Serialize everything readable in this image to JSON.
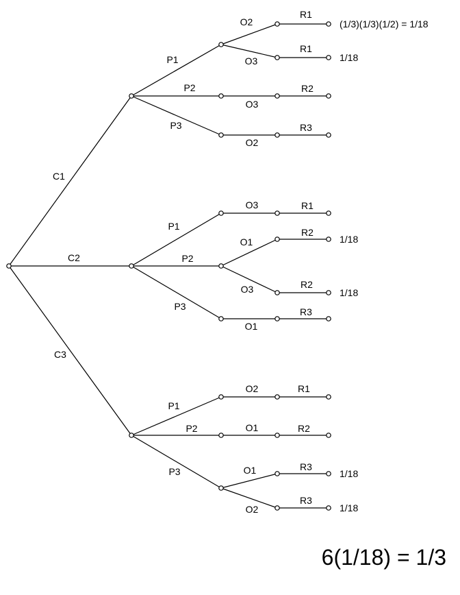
{
  "tree": {
    "root": {
      "children": [
        {
          "label": "C1",
          "children": [
            {
              "label": "P1",
              "children": [
                {
                  "label": "O2",
                  "children": [
                    {
                      "label": "R1",
                      "prob": "(1/3)(1/3)(1/2) = 1/18"
                    }
                  ]
                },
                {
                  "label": "O3",
                  "children": [
                    {
                      "label": "R1",
                      "prob": "1/18"
                    }
                  ]
                }
              ]
            },
            {
              "label": "P2",
              "children": [
                {
                  "label": "O3",
                  "children": [
                    {
                      "label": "R2",
                      "prob": ""
                    }
                  ]
                }
              ]
            },
            {
              "label": "P3",
              "children": [
                {
                  "label": "O2",
                  "children": [
                    {
                      "label": "R3",
                      "prob": ""
                    }
                  ]
                }
              ]
            }
          ]
        },
        {
          "label": "C2",
          "children": [
            {
              "label": "P1",
              "children": [
                {
                  "label": "O3",
                  "children": [
                    {
                      "label": "R1",
                      "prob": ""
                    }
                  ]
                }
              ]
            },
            {
              "label": "P2",
              "children": [
                {
                  "label": "O1",
                  "children": [
                    {
                      "label": "R2",
                      "prob": "1/18"
                    }
                  ]
                },
                {
                  "label": "O3",
                  "children": [
                    {
                      "label": "R2",
                      "prob": "1/18"
                    }
                  ]
                }
              ]
            },
            {
              "label": "P3",
              "children": [
                {
                  "label": "O1",
                  "children": [
                    {
                      "label": "R3",
                      "prob": ""
                    }
                  ]
                }
              ]
            }
          ]
        },
        {
          "label": "C3",
          "children": [
            {
              "label": "P1",
              "children": [
                {
                  "label": "O2",
                  "children": [
                    {
                      "label": "R1",
                      "prob": ""
                    }
                  ]
                }
              ]
            },
            {
              "label": "P2",
              "children": [
                {
                  "label": "O1",
                  "children": [
                    {
                      "label": "R2",
                      "prob": ""
                    }
                  ]
                }
              ]
            },
            {
              "label": "P3",
              "children": [
                {
                  "label": "O1",
                  "children": [
                    {
                      "label": "R3",
                      "prob": "1/18"
                    }
                  ]
                },
                {
                  "label": "O2",
                  "children": [
                    {
                      "label": "R3",
                      "prob": "1/18"
                    }
                  ]
                }
              ]
            }
          ]
        }
      ]
    }
  },
  "summary": "6(1/18) = 1/3"
}
